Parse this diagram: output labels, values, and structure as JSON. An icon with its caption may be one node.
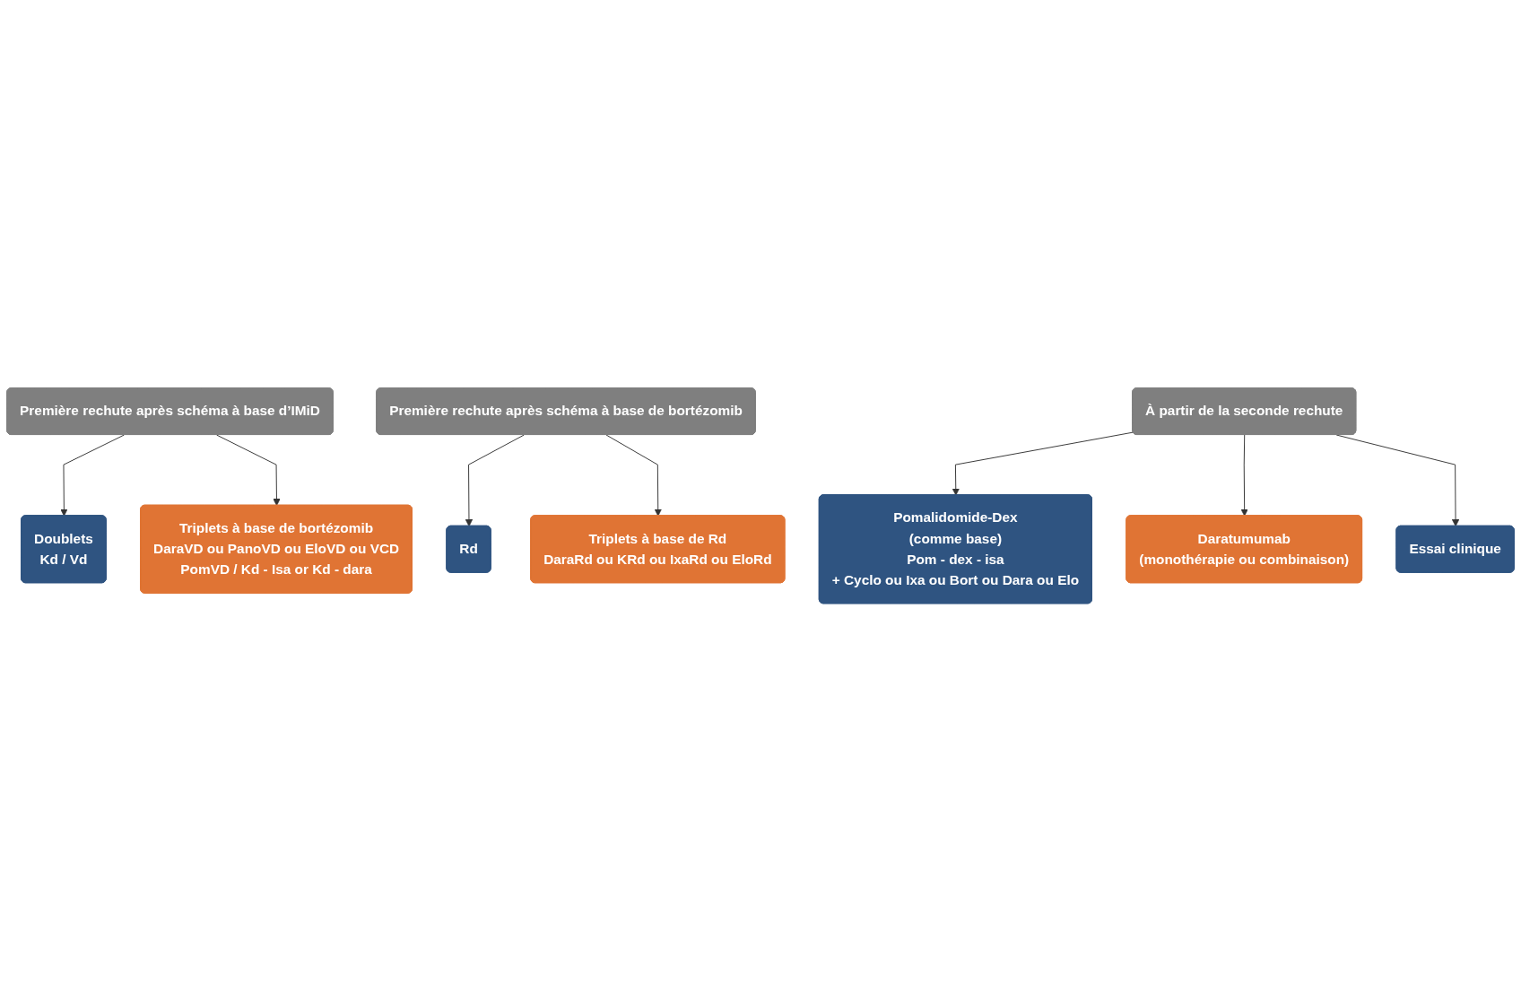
{
  "diagram": {
    "nodes": [
      {
        "text": [
          "Première rechute après schéma à base d’IMiD"
        ]
      },
      {
        "text": [
          "Doublets",
          "Kd / Vd"
        ]
      },
      {
        "text": [
          "Triplets à base de bortézomib",
          "DaraVD ou PanoVD ou EloVD ou VCD",
          "PomVD / Kd - Isa or Kd - dara"
        ]
      },
      {
        "text": [
          "Première rechute après schéma à base de bortézomib"
        ]
      },
      {
        "text": [
          "Rd"
        ]
      },
      {
        "text": [
          "Triplets à base de Rd",
          "DaraRd ou KRd ou IxaRd ou EloRd"
        ]
      },
      {
        "text": [
          "À partir de la seconde rechute"
        ]
      },
      {
        "text": [
          "Pomalidomide-Dex",
          "(comme base)",
          "Pom - dex - isa",
          "+ Cyclo ou Ixa ou Bort ou Dara ou Elo"
        ]
      },
      {
        "text": [
          "Daratumumab",
          "(monothérapie ou combinaison)"
        ]
      },
      {
        "text": [
          "Essai clinique"
        ]
      }
    ],
    "edges": [
      {
        "from": 0,
        "to": 1,
        "arrow": "to"
      },
      {
        "from": 0,
        "to": 2,
        "arrow": "to"
      },
      {
        "from": 3,
        "to": 4,
        "arrow": "to"
      },
      {
        "from": 3,
        "to": 5,
        "arrow": "to"
      },
      {
        "from": 6,
        "to": 7,
        "arrow": "to"
      },
      {
        "from": 6,
        "to": 8,
        "arrow": "to"
      },
      {
        "from": 6,
        "to": 9,
        "arrow": "to"
      }
    ]
  }
}
